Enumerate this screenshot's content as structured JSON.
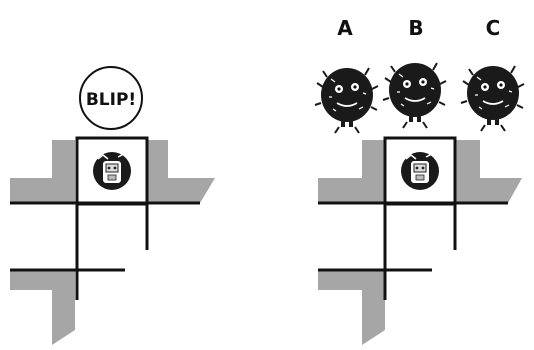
{
  "bubble": {
    "text": "BLIP!"
  },
  "options": [
    {
      "label": "A"
    },
    {
      "label": "B"
    },
    {
      "label": "C"
    }
  ],
  "colors": {
    "wall": "#a6a6a6",
    "line": "#111111",
    "figure": "#1a1a1a",
    "background": "#ffffff"
  }
}
